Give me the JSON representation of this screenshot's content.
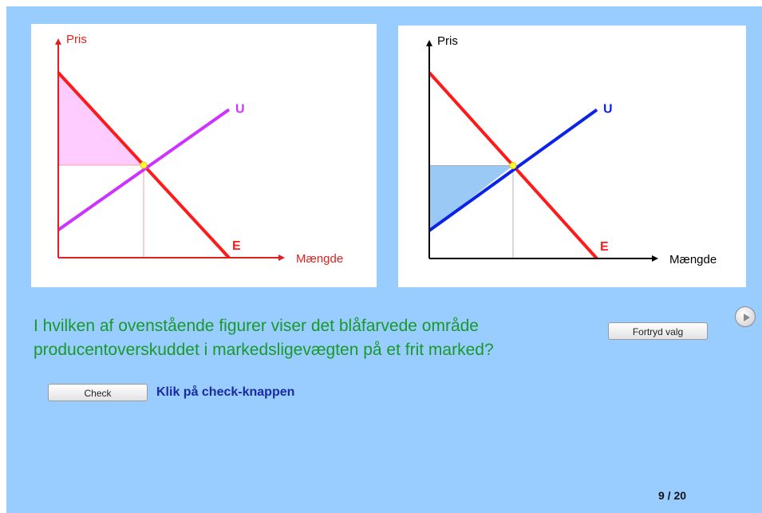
{
  "question": {
    "line1": "I hvilken af ovenstående figurer viser det blåfarvede område",
    "line2": "producentoverskuddet i markedsligevægten på et frit marked?"
  },
  "buttons": {
    "undo_label": "Fortryd valg",
    "check_label": "Check"
  },
  "instruction": "Klik på check-knappen",
  "counter": "9 / 20",
  "icons": {
    "next": "play-icon"
  },
  "chart_data": [
    {
      "type": "line",
      "title": "",
      "ylabel": "Pris",
      "xlabel": "Mængde",
      "series": [
        {
          "name": "E",
          "color": "#ff1a1a",
          "values": [
            [
              0,
              10
            ],
            [
              10,
              0
            ]
          ]
        },
        {
          "name": "U",
          "color": "#cc33ff",
          "values": [
            [
              0,
              1.5
            ],
            [
              10,
              8
            ]
          ]
        }
      ],
      "equilibrium": [
        5,
        5
      ],
      "shaded_area": {
        "fill": "#ffccff",
        "polygon": [
          [
            0,
            10
          ],
          [
            5,
            5
          ],
          [
            0,
            5
          ]
        ]
      },
      "axis_color": "#e0201f",
      "label_color": "#e0201f"
    },
    {
      "type": "line",
      "title": "",
      "ylabel": "Pris",
      "xlabel": "Mængde",
      "series": [
        {
          "name": "E",
          "color": "#ff1a1a",
          "values": [
            [
              0,
              10
            ],
            [
              10,
              0
            ]
          ]
        },
        {
          "name": "U",
          "color": "#0b22e8",
          "values": [
            [
              0,
              1.5
            ],
            [
              10,
              8
            ]
          ]
        }
      ],
      "equilibrium": [
        5,
        5
      ],
      "shaded_area": {
        "fill": "#99c9f4",
        "polygon": [
          [
            0,
            1.5
          ],
          [
            5,
            5
          ],
          [
            0,
            5
          ]
        ]
      },
      "axis_color": "#000000",
      "label_color": "#000000"
    }
  ]
}
